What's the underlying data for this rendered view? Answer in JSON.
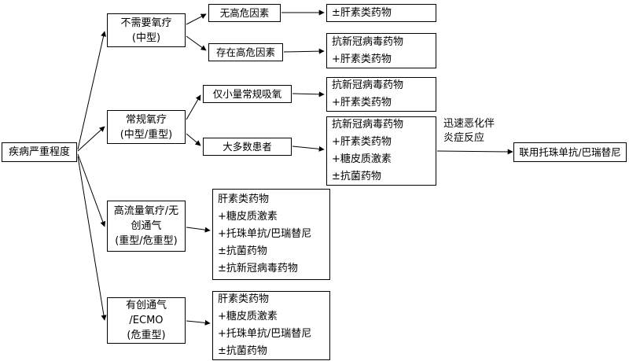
{
  "root": {
    "label": "疾病严重程度"
  },
  "nodes": {
    "no_oxygen": {
      "label": "不需要氧疗\n(中型)"
    },
    "conventional_oxygen": {
      "label": "常规氧疗\n(中型/重型)"
    },
    "high_flow": {
      "label": "高流量氧疗/无\n创通气\n(重型/危重型)"
    },
    "invasive": {
      "label": "有创通气\n/ECMO\n(危重型)"
    },
    "no_risk": {
      "label": "无高危因素"
    },
    "risk": {
      "label": "存在高危因素"
    },
    "small_oxygen": {
      "label": "仅小量常规吸氧"
    },
    "most_patients": {
      "label": "大多数患者"
    }
  },
  "treatments": {
    "t_no_risk": {
      "label": "±肝素类药物"
    },
    "t_risk": {
      "label": "抗新冠病毒药物\n+肝素类药物"
    },
    "t_small_oxygen": {
      "label": "抗新冠病毒药物\n+肝素类药物"
    },
    "t_most": {
      "label": "抗新冠病毒药物\n+肝素类药物\n+糖皮质激素\n±抗菌药物"
    },
    "t_high_flow": {
      "label": "肝素类药物\n+糖皮质激素\n+托珠单抗/巴瑞替尼\n±抗菌药物\n±抗新冠病毒药物"
    },
    "t_invasive": {
      "label": "肝素类药物\n+糖皮质激素\n+托珠单抗/巴瑞替尼\n±抗菌药物"
    }
  },
  "annotations": {
    "deterioration": {
      "label": "迅速恶化伴\n炎症反应"
    }
  },
  "final": {
    "label": "联用托珠单抗/巴瑞替尼"
  },
  "colors": {
    "line": "#000000",
    "box_border": "#000000",
    "background": "#ffffff"
  }
}
